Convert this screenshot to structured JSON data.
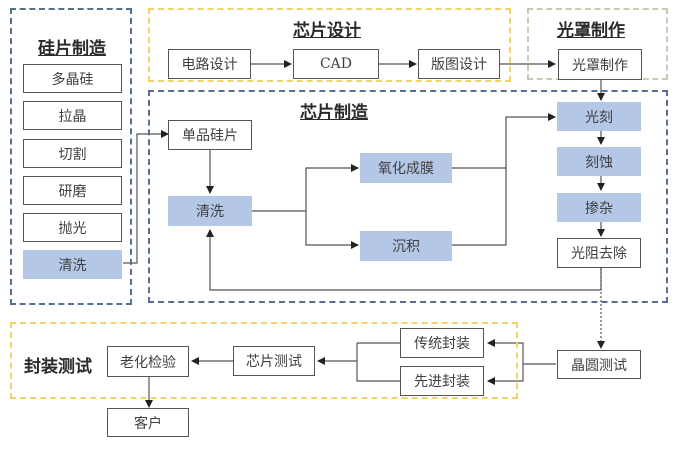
{
  "diagram": {
    "title": "Semiconductor industry chain process flow",
    "colors": {
      "highlight_box": "#b4c7e7",
      "blue_group_border": "#56708f",
      "yellow_group_border": "#f2d36b",
      "gray_group_border": "#c9cbb5",
      "line": "#555555"
    }
  },
  "groups": {
    "wafer_manufacturing": {
      "title": "硅片制造",
      "steps": [
        "多晶硅",
        "拉晶",
        "切割",
        "研磨",
        "抛光",
        "清洗"
      ]
    },
    "chip_design": {
      "title": "芯片设计",
      "steps": [
        "电路设计",
        "CAD",
        "版图设计"
      ]
    },
    "mask_making": {
      "title": "光罩制作",
      "steps": [
        "光罩制作"
      ]
    },
    "chip_manufacturing": {
      "title": "芯片制造",
      "steps": {
        "single_wafer": "单品硅片",
        "cleaning": "清洗",
        "oxidation": "氧化成膜",
        "deposition": "沉积",
        "lithography": "光刻",
        "etching": "刻蚀",
        "doping": "掺杂",
        "photoresist_removal": "光阻去除"
      }
    },
    "packaging_testing": {
      "title": "封装测试",
      "steps": {
        "traditional_packaging": "传统封装",
        "advanced_packaging": "先进封装",
        "chip_testing": "芯片测试",
        "burn_in": "老化检验"
      }
    }
  },
  "standalone": {
    "wafer_test": "晶圆测试",
    "customer": "客户"
  }
}
